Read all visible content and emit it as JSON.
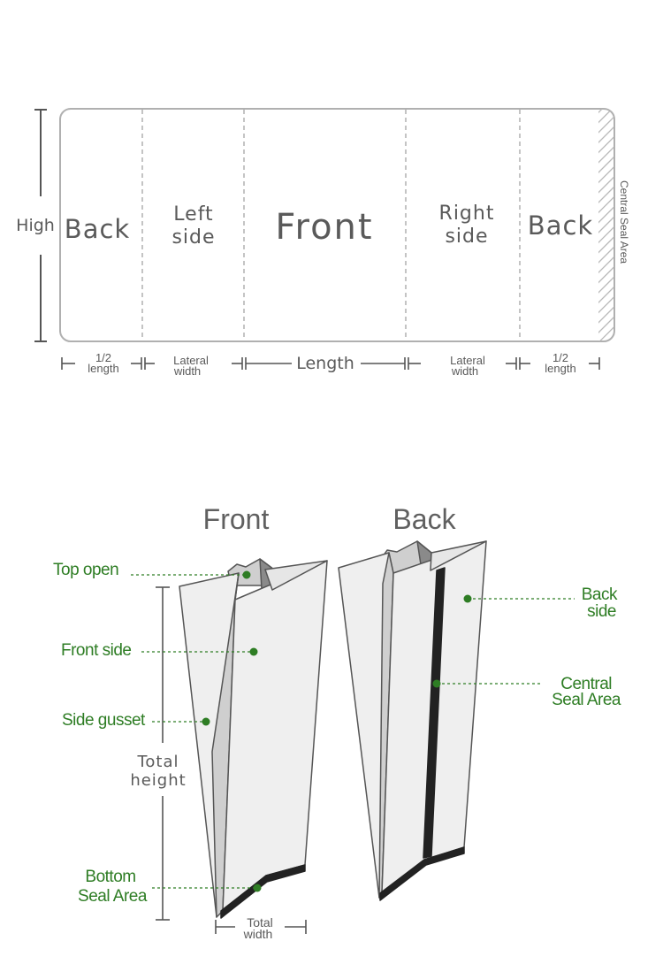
{
  "layout_diagram": {
    "panels": {
      "back_left": "Back",
      "left_side_1": "Left",
      "left_side_2": "side",
      "front": "Front",
      "right_side_1": "Right",
      "right_side_2": "side",
      "back_right": "Back"
    },
    "high_label": "High",
    "central_seal_label": "Central Seal Area",
    "dimensions": {
      "half_length_left_1": "1/2",
      "half_length_left_2": "length",
      "lateral_width_left_1": "Lateral",
      "lateral_width_left_2": "width",
      "length": "Length",
      "lateral_width_right_1": "Lateral",
      "lateral_width_right_2": "width",
      "half_length_right_1": "1/2",
      "half_length_right_2": "length"
    }
  },
  "bag_diagram": {
    "front_title": "Front",
    "back_title": "Back",
    "labels": {
      "top_open": "Top open",
      "front_side": "Front side",
      "side_gusset": "Side gusset",
      "total_height_1": "Total",
      "total_height_2": "height",
      "bottom_seal_1": "Bottom",
      "bottom_seal_2": "Seal Area",
      "total_width_1": "Total",
      "total_width_2": "width",
      "back_side_1": "Back",
      "back_side_2": "side",
      "central_seal_1": "Central",
      "central_seal_2": "Seal Area"
    }
  },
  "colors": {
    "label_green": "#2e7d24",
    "line_gray": "#aaaaaa",
    "seal_dark": "#222222"
  }
}
